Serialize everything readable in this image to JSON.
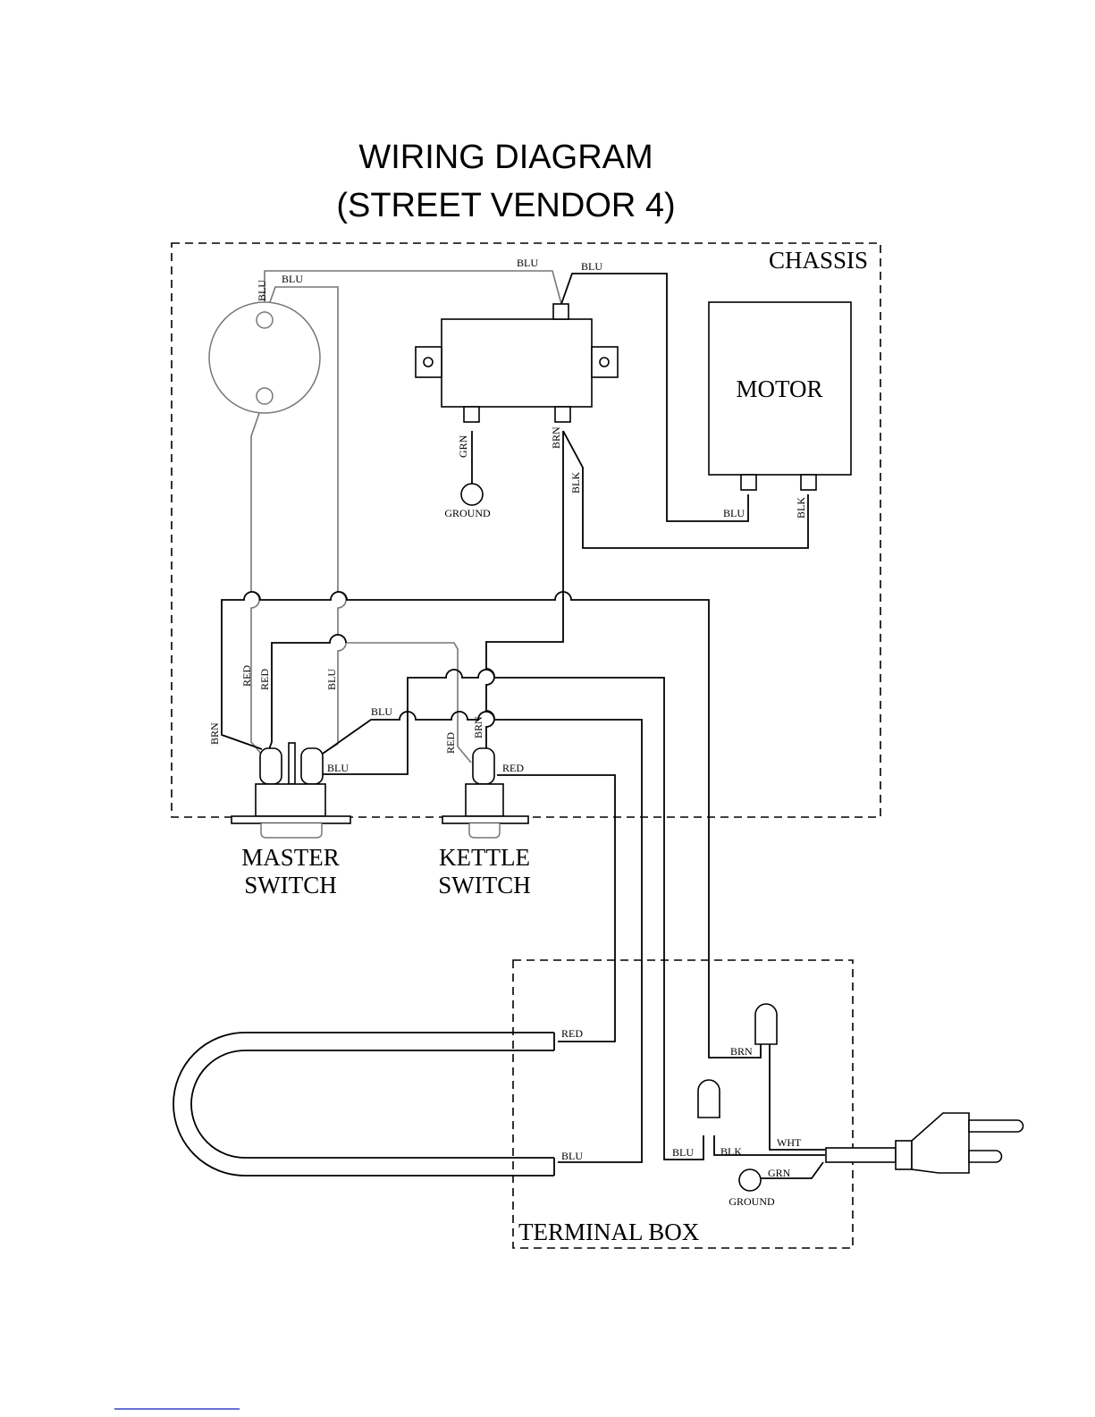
{
  "title": {
    "line1": "WIRING DIAGRAM",
    "line2": "(STREET VENDOR 4)"
  },
  "sections": {
    "chassis": "CHASSIS",
    "terminal_box": "TERMINAL BOX"
  },
  "components": {
    "motor": "MOTOR",
    "ground_top": "GROUND",
    "ground_bottom": "GROUND",
    "master_switch": [
      "MASTER",
      "SWITCH"
    ],
    "kettle_switch": [
      "KETTLE",
      "SWITCH"
    ]
  },
  "wire_labels": {
    "blu_top_center": "BLU",
    "blu_top_right": "BLU",
    "blu_light_v": "BLU",
    "blu_light_h": "BLU",
    "grn_jbox": "GRN",
    "brn_jbox": "BRN",
    "blk_jbox": "BLK",
    "blu_motor": "BLU",
    "blk_motor": "BLK",
    "red_a": "RED",
    "red_b": "RED",
    "blu_master_v": "BLU",
    "brn_master": "BRN",
    "blu_master_diag": "BLU",
    "blu_master_out": "BLU",
    "red_kettle_v": "RED",
    "brn_kettle_v": "BRN",
    "red_kettle_out": "RED",
    "red_heater": "RED",
    "blu_heater": "BLU",
    "brn_tb": "BRN",
    "blu_tb": "BLU",
    "blk_tb": "BLK",
    "wht_tb": "WHT",
    "grn_tb": "GRN"
  }
}
